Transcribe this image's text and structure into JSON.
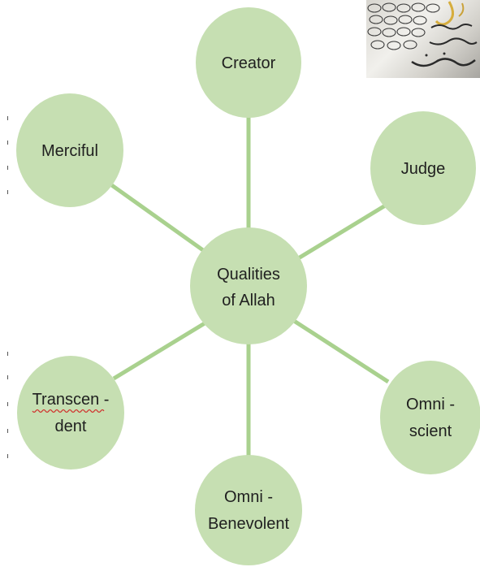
{
  "diagram": {
    "center": {
      "line1": "Qualities",
      "line2": "of Allah"
    },
    "nodes": {
      "creator": {
        "line1": "Creator"
      },
      "judge": {
        "line1": "Judge"
      },
      "omniscient": {
        "line1": "Omni -",
        "line2": "scient"
      },
      "omnibenevolent": {
        "line1": "Omni -",
        "line2": "Benevolent"
      },
      "transcendent": {
        "line1": "Transcen -",
        "line2": "dent"
      },
      "merciful": {
        "line1": "Merciful"
      }
    },
    "colors": {
      "node_fill": "#c6dfb2",
      "connector": "#a9d18e",
      "text": "#1f1f1f",
      "spellcheck": "#d0312d"
    }
  },
  "photo": {
    "icon": "calligraphy-photo"
  }
}
